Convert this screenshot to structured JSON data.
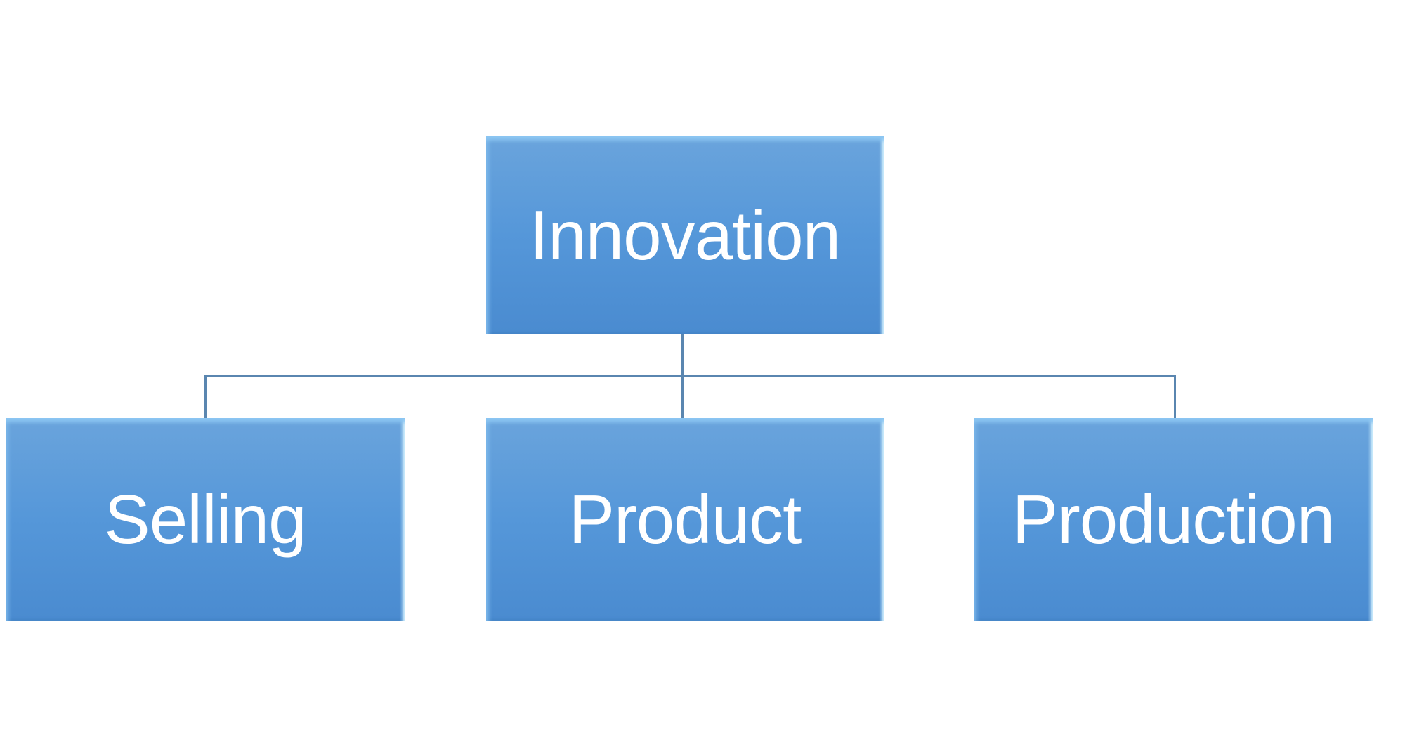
{
  "diagram": {
    "type": "org-chart",
    "root": {
      "label": "Innovation"
    },
    "children": [
      {
        "label": "Selling"
      },
      {
        "label": "Product"
      },
      {
        "label": "Production"
      }
    ],
    "colors": {
      "box": "#5597d9",
      "connector": "#5a86b0",
      "text": "#ffffff"
    }
  }
}
